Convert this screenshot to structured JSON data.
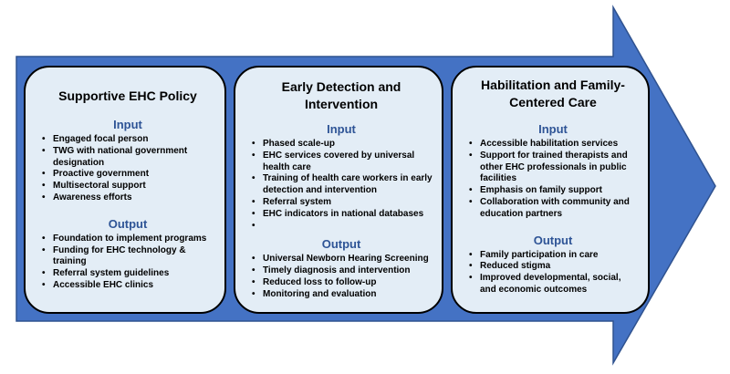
{
  "arrow_color": "#4472c4",
  "card_fill": "#e3edf6",
  "heading_color": "#2e5496",
  "input_label": "Input",
  "output_label": "Output",
  "cards": [
    {
      "title": "Supportive EHC Policy",
      "input": [
        "Engaged focal person",
        "TWG with national government designation",
        "Proactive government",
        "Multisectoral support",
        "Awareness efforts"
      ],
      "output": [
        "Foundation to implement programs",
        "Funding for EHC technology & training",
        "Referral system guidelines",
        "Accessible EHC clinics"
      ]
    },
    {
      "title": "Early Detection and Intervention",
      "input": [
        "Phased scale-up",
        "EHC services covered by universal health care",
        "Training of health care workers in early detection and intervention",
        "Referral system",
        "EHC indicators in national databases",
        ""
      ],
      "output": [
        "Universal Newborn Hearing Screening",
        "Timely diagnosis and intervention",
        "Reduced loss to follow-up",
        "Monitoring and evaluation"
      ]
    },
    {
      "title": "Habilitation and Family-Centered Care",
      "input": [
        "Accessible habilitation services",
        "Support for trained therapists and other EHC professionals in public facilities",
        "Emphasis on family support",
        "Collaboration with community and education partners"
      ],
      "output": [
        "Family participation in care",
        "Reduced stigma",
        "Improved developmental, social, and economic outcomes"
      ]
    }
  ]
}
